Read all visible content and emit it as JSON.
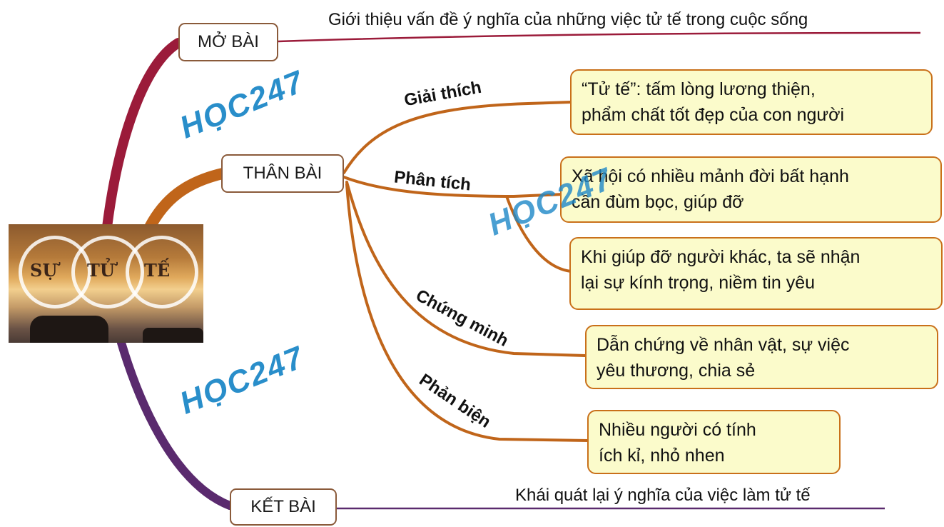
{
  "center": {
    "words": [
      "SỰ",
      "TỬ",
      "TẾ"
    ]
  },
  "branches": {
    "mo_bai": {
      "label": "MỞ BÀI",
      "text": "Giới thiệu vấn đề ý nghĩa của những việc tử tế trong cuộc sống"
    },
    "than_bai": {
      "label": "THÂN BÀI",
      "giai_thich": {
        "label": "Giải thích",
        "text_line1": "“Tử tế”: tấm lòng lương thiện,",
        "text_line2": "phẩm chất tốt đẹp của con người"
      },
      "phan_tich": {
        "label": "Phân tích",
        "leaf1_line1": "Xã hội có nhiều mảnh đời bất hạnh",
        "leaf1_line2": "cần đùm bọc, giúp đỡ",
        "leaf2_line1": "Khi giúp đỡ người khác, ta sẽ nhận",
        "leaf2_line2": "lại sự kính trọng, niềm tin yêu"
      },
      "chung_minh": {
        "label": "Chứng minh",
        "text_line1": "Dẫn chứng về nhân vật, sự việc",
        "text_line2": "yêu thương, chia sẻ"
      },
      "phan_bien": {
        "label": "Phản biện",
        "text_line1": "Nhiều người có tính",
        "text_line2": "ích kỉ, nhỏ nhen"
      }
    },
    "ket_bai": {
      "label": "KẾT BÀI",
      "text": "Khái quát lại ý nghĩa của việc làm tử tế"
    }
  },
  "watermark": {
    "text": "HỌC247"
  },
  "colors": {
    "mo_bai_branch": "#9b1b3a",
    "than_bai_branch": "#c0651a",
    "ket_bai_branch": "#5a2a6e",
    "leaf_fill": "#fbfbcb",
    "leaf_border": "#c9701a",
    "watermark": "#1e88c8"
  }
}
